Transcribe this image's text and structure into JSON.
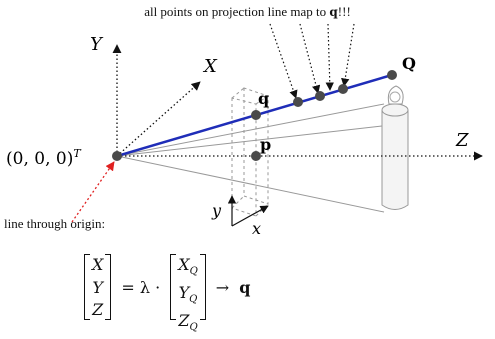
{
  "header": {
    "note_text": "all points on projection line map to ",
    "note_symbol": "q",
    "note_suffix": "!!!"
  },
  "axes": {
    "x": "X",
    "y": "Y",
    "z": "Z",
    "image_x": "x",
    "image_y": "y"
  },
  "points": {
    "origin_label": "(0, 0, 0)",
    "origin_superscript": "T",
    "q_small": "q",
    "p_small": "p",
    "q_big": "Q"
  },
  "annotation": {
    "line_label": "line through origin:"
  },
  "equation": {
    "left_vector": [
      "X",
      "Y",
      "Z"
    ],
    "equals": "= λ ·",
    "right_vector": [
      [
        "X",
        "Q"
      ],
      [
        "Y",
        "Q"
      ],
      [
        "Z",
        "Q"
      ]
    ],
    "arrow": "→",
    "result": "q"
  },
  "colors": {
    "projection_line": "#1f2db8",
    "red_arrow": "#e02020",
    "gray_lines": "#999999",
    "point_fill": "#4a4a4a"
  }
}
